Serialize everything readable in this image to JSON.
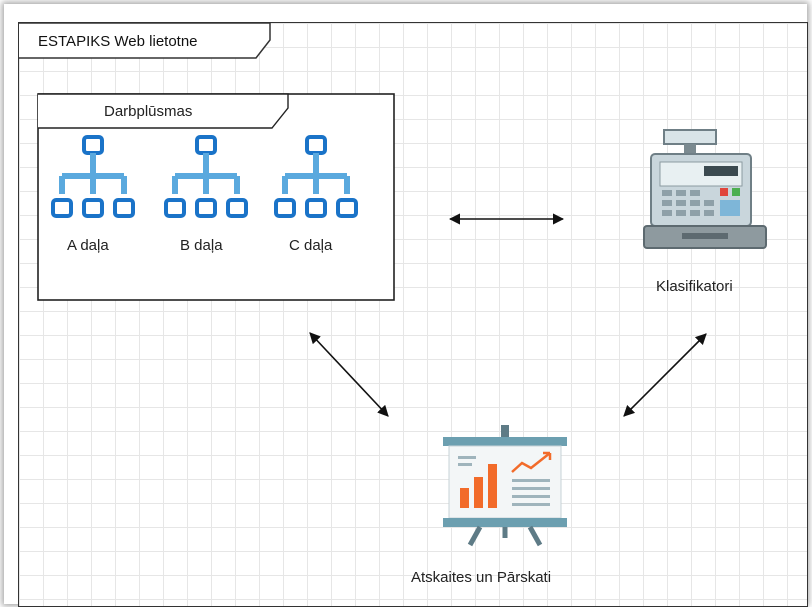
{
  "diagram": {
    "outer_frame_title": "ESTAPIKS Web lietotne",
    "workflows": {
      "title": "Darbplūsmas",
      "items": [
        {
          "label": "A daļa",
          "icon": "hierarchy-icon"
        },
        {
          "label": "B daļa",
          "icon": "hierarchy-icon"
        },
        {
          "label": "C daļa",
          "icon": "hierarchy-icon"
        }
      ]
    },
    "classifiers": {
      "label": "Klasifikatori",
      "icon": "cash-register-icon"
    },
    "reports": {
      "label": "Atskaites un Pārskati",
      "icon": "presentation-chart-icon"
    },
    "colors": {
      "hierarchy": "#1a73c8",
      "hierarchy_light": "#5aa9de",
      "chart_orange": "#f26b2a",
      "board_teal": "#6c9fb0",
      "register_gray": "#9aa7ad"
    }
  }
}
